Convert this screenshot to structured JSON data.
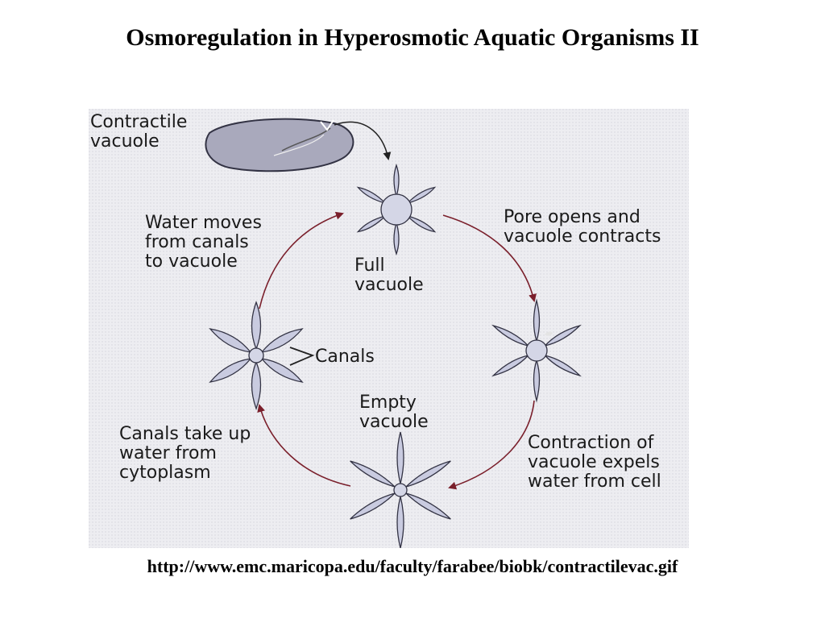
{
  "slide": {
    "title": "Osmoregulation in Hyperosmotic Aquatic Organisms II",
    "source_url": "http://www.emc.maricopa.edu/faculty/farabee/biobk/contractilevac.gif"
  },
  "diagram": {
    "labels": {
      "contractile_vacuole": "Contractile\nvacuole",
      "full_vacuole": "Full\nvacuole",
      "pore_opens": "Pore opens and\nvacuole contracts",
      "water_moves": "Water moves\nfrom canals\nto vacuole",
      "canals": "Canals",
      "empty_vacuole": "Empty\nvacuole",
      "contraction_expels": "Contraction of\nvacuole expels\nwater from cell",
      "canals_take_up": "Canals take up\nwater from\ncytoplasm"
    },
    "colors": {
      "background": "#e9e9ee",
      "petal_fill": "#c9cbe0",
      "outline": "#333344",
      "arrow": "#7a1f2b",
      "cell_fill": "#a9a9bc"
    }
  }
}
